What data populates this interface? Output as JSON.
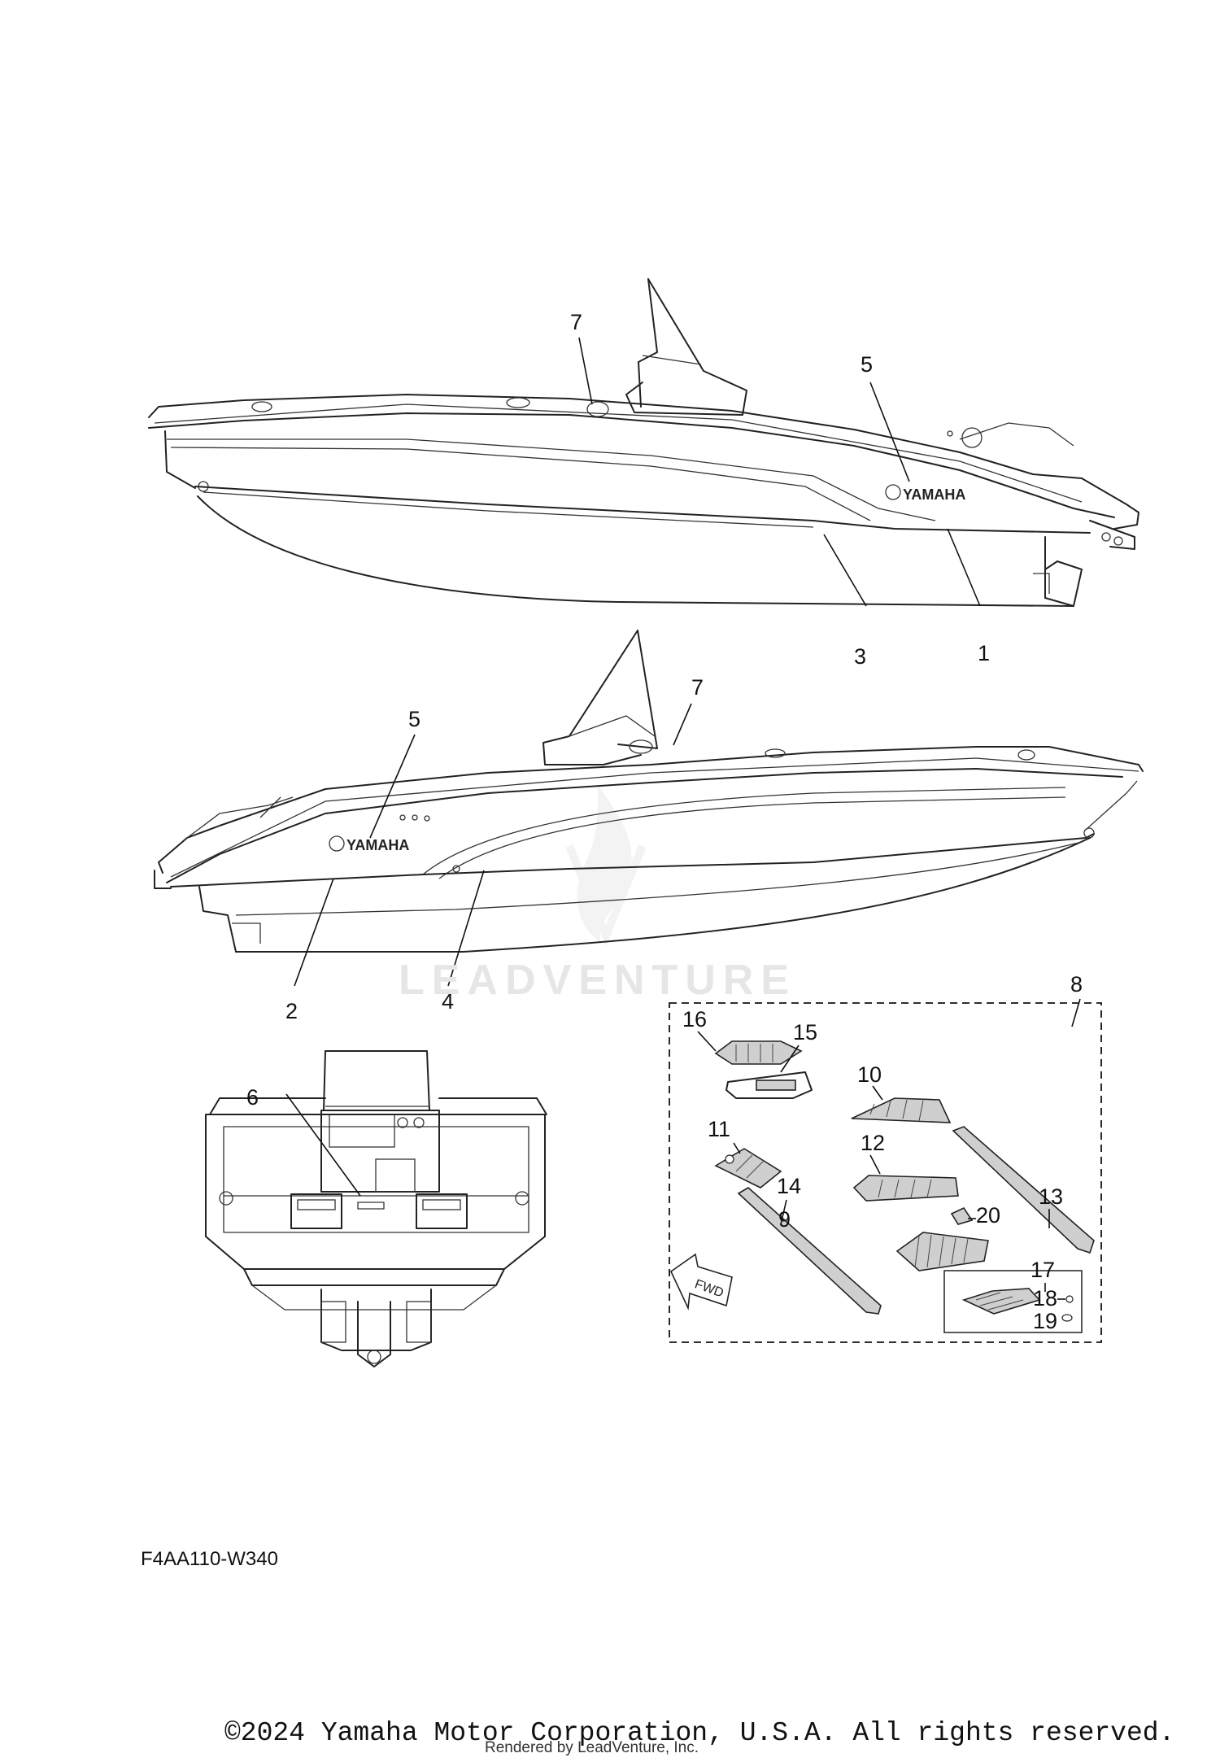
{
  "diagram": {
    "callouts": [
      "1",
      "2",
      "3",
      "4",
      "5",
      "5",
      "6",
      "7",
      "7",
      "8",
      "9",
      "10",
      "11",
      "12",
      "13",
      "14",
      "15",
      "16",
      "17",
      "18",
      "19",
      "20"
    ],
    "logo_text": "YAMAHA",
    "fwd_text": "FWD",
    "watermark": "LEADVENTURE"
  },
  "footer": {
    "diagram_code": "F4AA110-W340",
    "copyright": "©2024 Yamaha Motor Corporation, U.S.A. All rights reserved.",
    "rendered_by": "Rendered by LeadVenture, Inc."
  }
}
